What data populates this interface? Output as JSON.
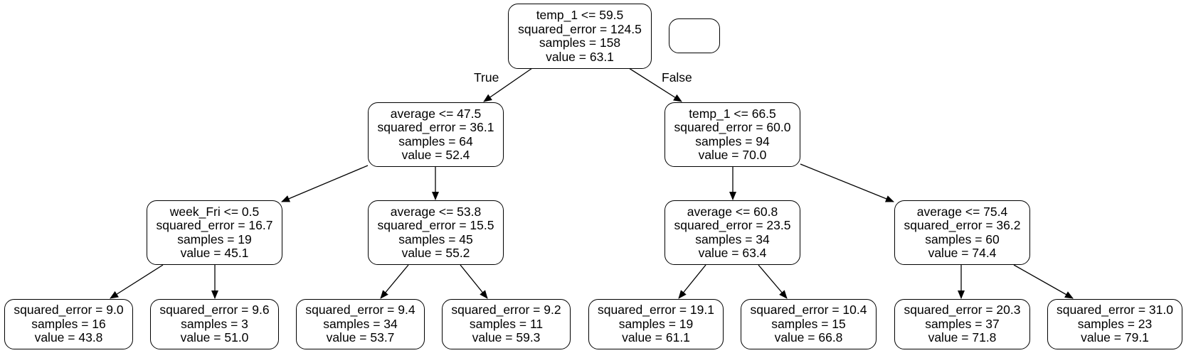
{
  "tree": {
    "root": {
      "lines": [
        "temp_1 <= 59.5",
        "squared_error = 124.5",
        "samples = 158",
        "value = 63.1"
      ]
    },
    "legend_box": {
      "lines": []
    },
    "edge_labels": {
      "true_label": "True",
      "false_label": "False"
    },
    "level1": [
      {
        "lines": [
          "average <= 47.5",
          "squared_error = 36.1",
          "samples = 64",
          "value = 52.4"
        ]
      },
      {
        "lines": [
          "temp_1 <= 66.5",
          "squared_error = 60.0",
          "samples = 94",
          "value = 70.0"
        ]
      }
    ],
    "level2": [
      {
        "lines": [
          "week_Fri <= 0.5",
          "squared_error = 16.7",
          "samples = 19",
          "value = 45.1"
        ]
      },
      {
        "lines": [
          "average <= 53.8",
          "squared_error = 15.5",
          "samples = 45",
          "value = 55.2"
        ]
      },
      {
        "lines": [
          "average <= 60.8",
          "squared_error = 23.5",
          "samples = 34",
          "value = 63.4"
        ]
      },
      {
        "lines": [
          "average <= 75.4",
          "squared_error = 36.2",
          "samples = 60",
          "value = 74.4"
        ]
      }
    ],
    "leaves": [
      {
        "lines": [
          "squared_error = 9.0",
          "samples = 16",
          "value = 43.8"
        ]
      },
      {
        "lines": [
          "squared_error = 9.6",
          "samples = 3",
          "value = 51.0"
        ]
      },
      {
        "lines": [
          "squared_error = 9.4",
          "samples = 34",
          "value = 53.7"
        ]
      },
      {
        "lines": [
          "squared_error = 9.2",
          "samples = 11",
          "value = 59.3"
        ]
      },
      {
        "lines": [
          "squared_error = 19.1",
          "samples = 19",
          "value = 61.1"
        ]
      },
      {
        "lines": [
          "squared_error = 10.4",
          "samples = 15",
          "value = 66.8"
        ]
      },
      {
        "lines": [
          "squared_error = 20.3",
          "samples = 37",
          "value = 71.8"
        ]
      },
      {
        "lines": [
          "squared_error = 31.0",
          "samples = 23",
          "value = 79.1"
        ]
      }
    ]
  }
}
